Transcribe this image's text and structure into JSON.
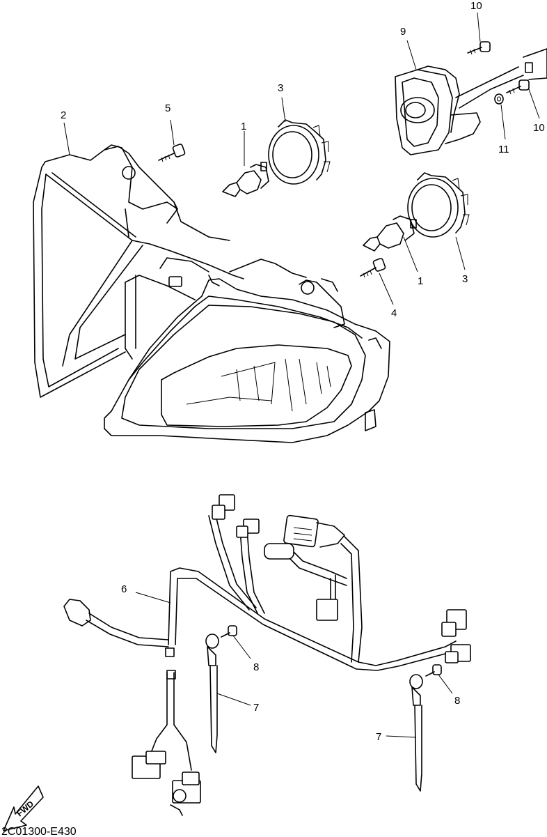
{
  "callouts": {
    "c1a": "1",
    "c1b": "1",
    "c2": "2",
    "c3a": "3",
    "c3b": "3",
    "c4": "4",
    "c5": "5",
    "c6": "6",
    "c7a": "7",
    "c7b": "7",
    "c8a": "8",
    "c8b": "8",
    "c9": "9",
    "c10a": "10",
    "c10b": "10",
    "c11": "11"
  },
  "direction_label": "FWD",
  "diagram_code": "2C01300-E430"
}
